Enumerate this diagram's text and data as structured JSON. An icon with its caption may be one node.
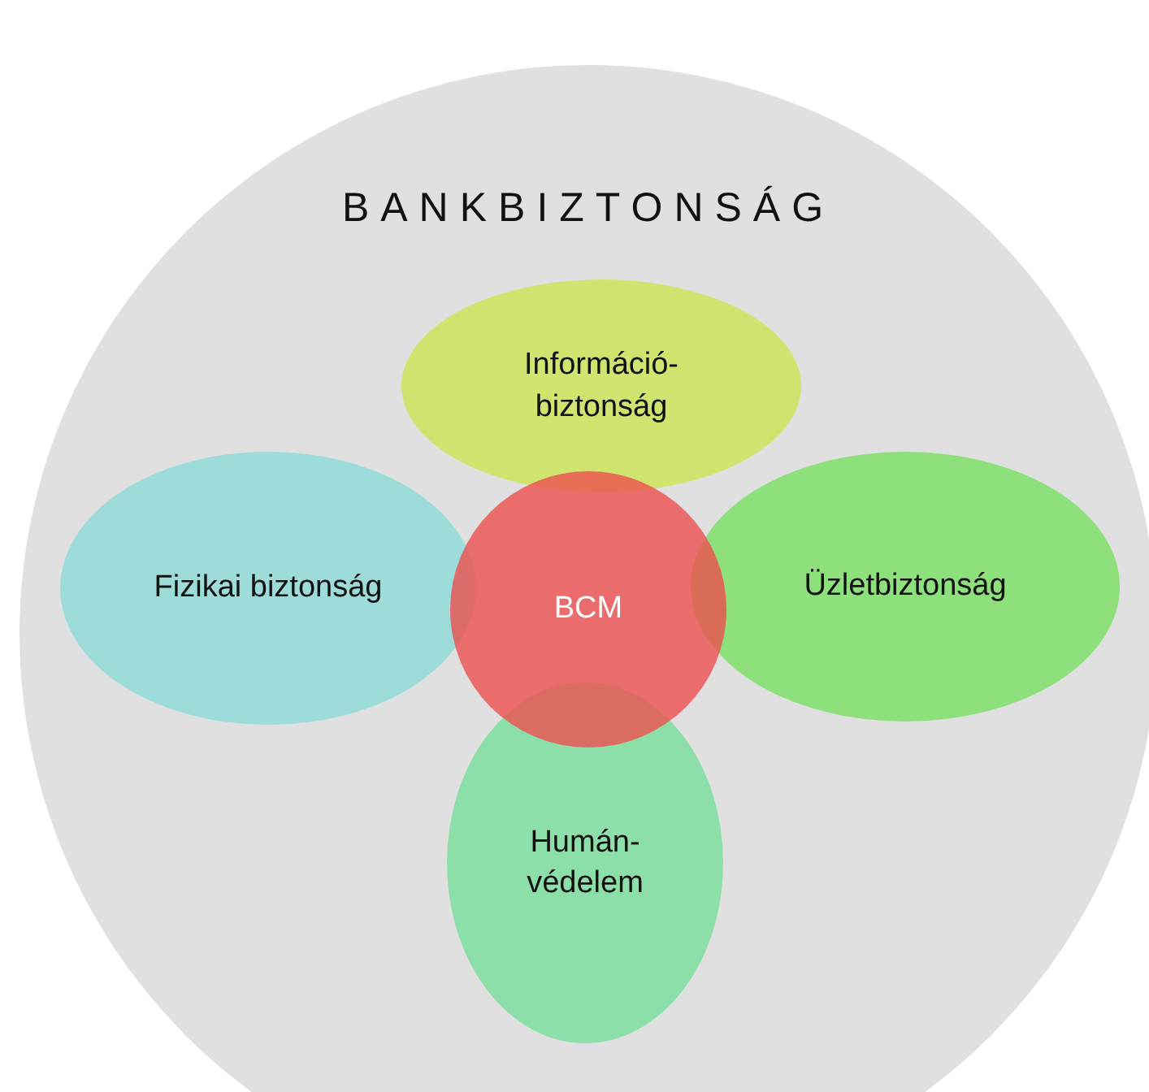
{
  "diagram": {
    "nodes": [
      {
        "text": [
          "BANKBIZTONSÁG"
        ]
      },
      {
        "text": [
          "Információ- biztonság"
        ],
        "in": 0
      },
      {
        "text": [
          "Fizikai biztonság"
        ],
        "in": 0
      },
      {
        "text": [
          "Üzletbiztonság"
        ],
        "in": 0
      },
      {
        "text": [
          "Humán- védelem"
        ],
        "in": 0
      },
      {
        "text": [
          "BCM"
        ],
        "in": 0
      }
    ],
    "edges": []
  }
}
